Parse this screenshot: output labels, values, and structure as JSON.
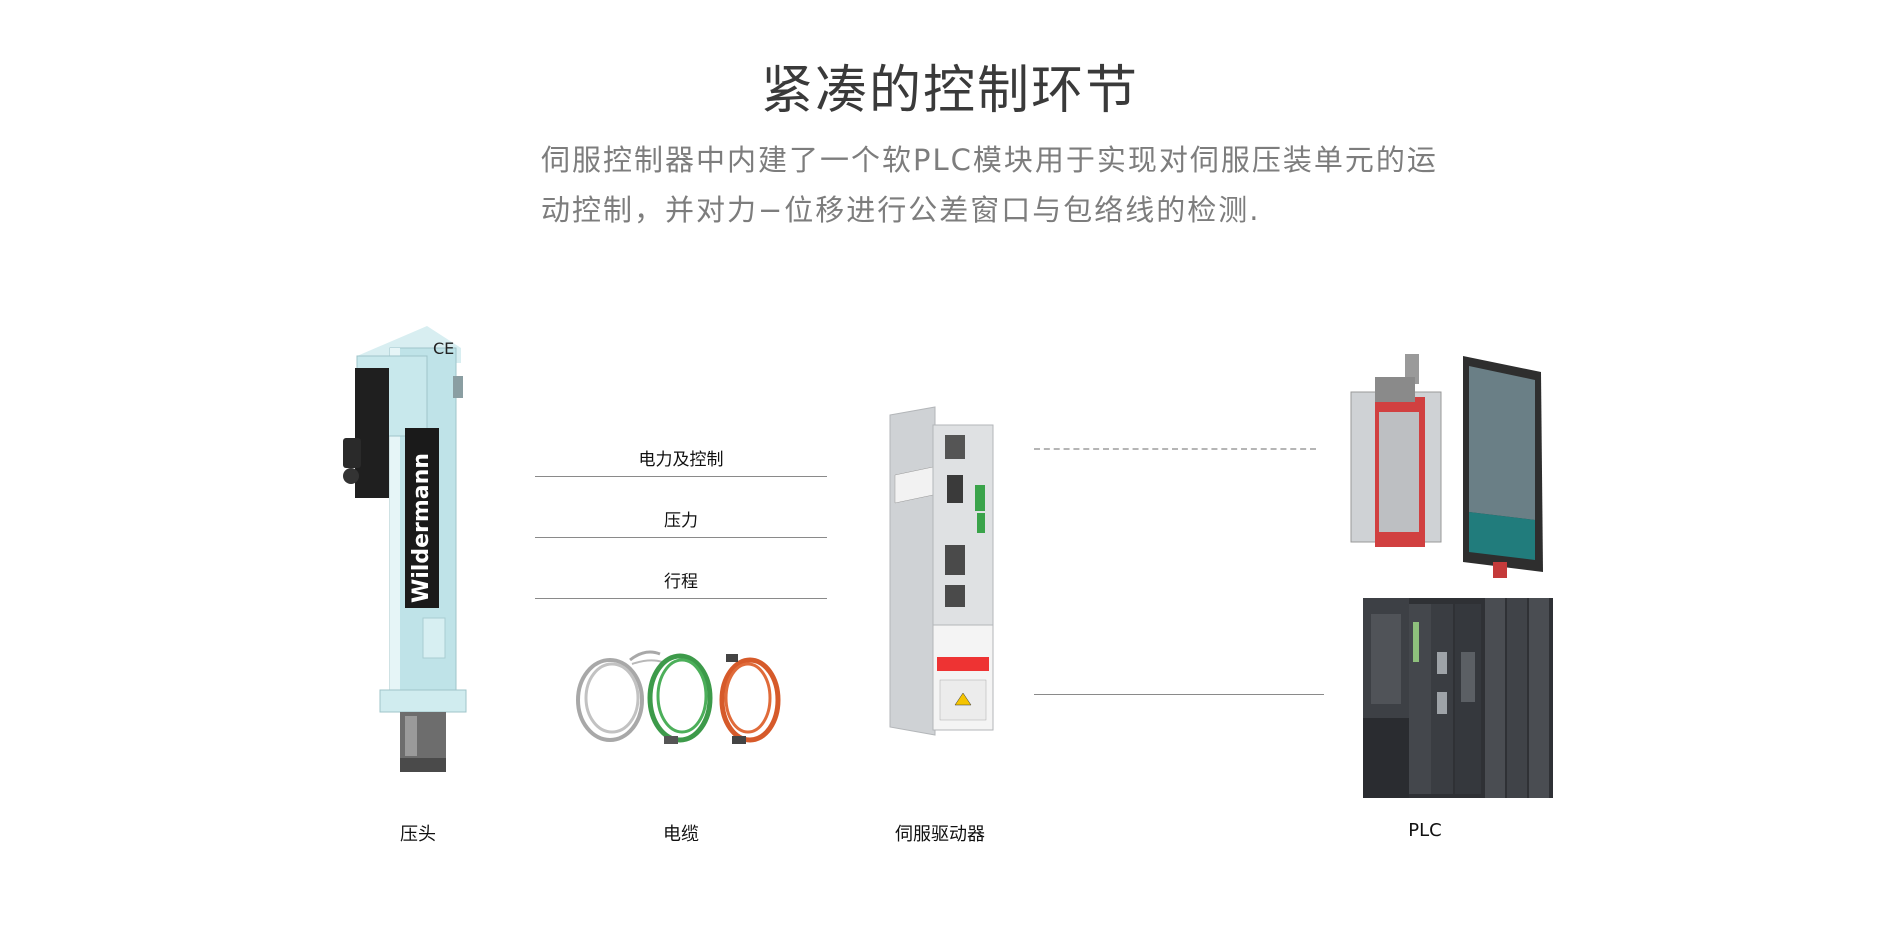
{
  "header": {
    "title": "紧凑的控制环节",
    "description_line1": "伺服控制器中内建了一个软PLC模块用于实现对伺服压装单元的运",
    "description_line2": "动控制，并对力−位移进行公差窗口与包络线的检测."
  },
  "signals": [
    {
      "label": "电力及控制"
    },
    {
      "label": "压力"
    },
    {
      "label": "行程"
    }
  ],
  "components": [
    {
      "caption": "压头",
      "icon": "press-head-icon"
    },
    {
      "caption": "电缆",
      "icon": "cable-icon"
    },
    {
      "caption": "伺服驱动器",
      "icon": "servo-drive-icon"
    },
    {
      "caption": "PLC",
      "icon": "plc-icon"
    }
  ],
  "product_labels": {
    "press_brand": "Wildermann",
    "ce_mark": "CE"
  },
  "colors": {
    "press_body": "#bfe3e8",
    "cable_grey": "#a8a8a8",
    "cable_green": "#3d9a4a",
    "cable_orange": "#d65a2a",
    "plc_dark": "#3a3c40",
    "drive_body": "#d7d9dc"
  }
}
